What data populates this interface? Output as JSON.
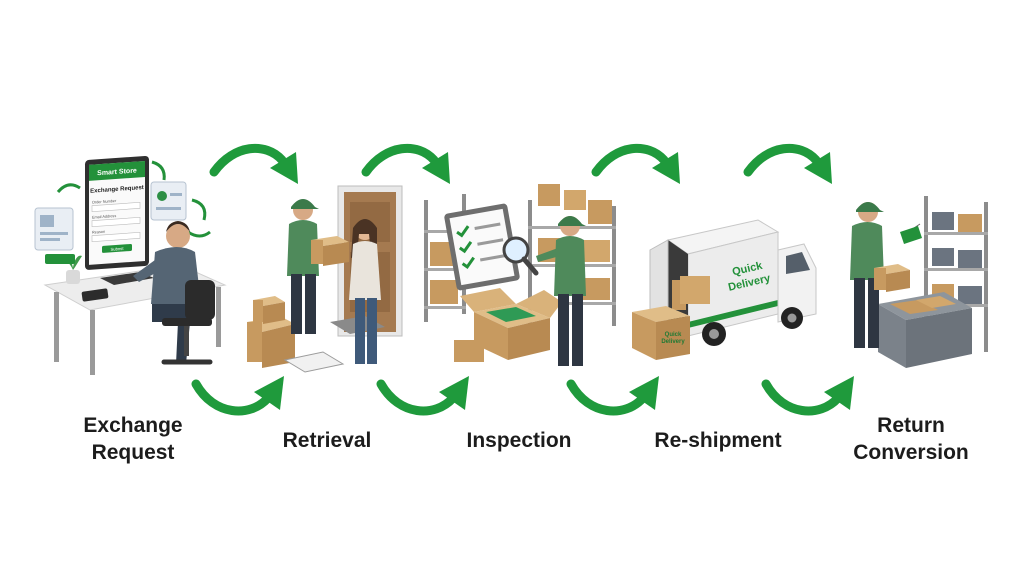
{
  "steps": [
    {
      "label_lines": [
        "Exchange",
        "Request"
      ]
    },
    {
      "label_lines": [
        "Retrieval"
      ]
    },
    {
      "label_lines": [
        "Inspection"
      ]
    },
    {
      "label_lines": [
        "Re-shipment"
      ]
    },
    {
      "label_lines": [
        "Return",
        "Conversion"
      ]
    }
  ],
  "screen": {
    "store_name": "Smart Store",
    "form_title": "Exchange Request",
    "field_1": "Order Number",
    "field_2": "Email Address",
    "field_3": "Reason",
    "button": "Submit"
  },
  "truck_brand": [
    "Quick",
    "Delivery"
  ],
  "box_brand": [
    "Quick",
    "Delivery"
  ],
  "colors": {
    "accent_green": "#1f9a3c",
    "uniform_green": "#4f8a5b",
    "cardboard": "#c9a06a",
    "label_text": "#1c1c1c"
  }
}
